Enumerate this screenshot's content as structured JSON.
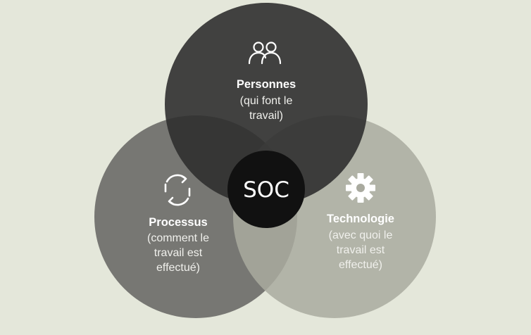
{
  "diagram": {
    "type": "venn",
    "background_color": "#e4e7da",
    "center": {
      "label": "SOC",
      "color": "#111111"
    },
    "circles": [
      {
        "id": "people",
        "title": "Personnes",
        "description_lines": [
          "(qui font le",
          "travail)"
        ],
        "icon": "people-icon",
        "color": "#3b3b3b"
      },
      {
        "id": "process",
        "title": "Processus",
        "description_lines": [
          "(comment le",
          "travail est",
          "effectué)"
        ],
        "icon": "refresh-arrows-icon",
        "color": "#777773"
      },
      {
        "id": "technology",
        "title": "Technologie",
        "description_lines": [
          "(avec quoi le",
          "travail est",
          "effectué)"
        ],
        "icon": "gear-icon",
        "color": "#b3b4aa"
      }
    ]
  }
}
